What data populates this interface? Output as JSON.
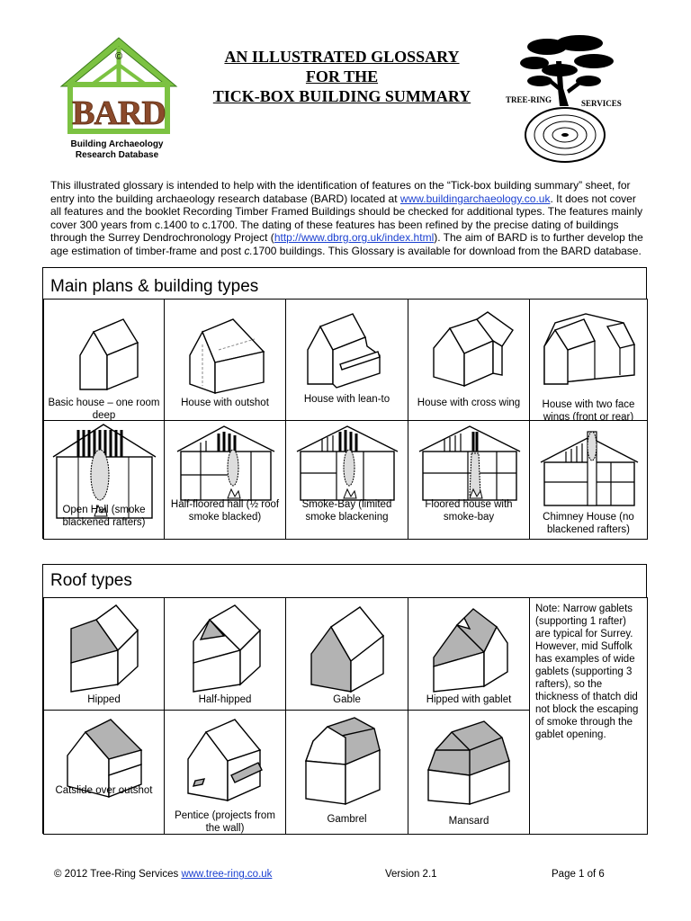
{
  "header": {
    "logo_text": "BARD",
    "logo_copyright": "©",
    "logo_caption_line1": "Building Archaeology",
    "logo_caption_line2": "Research Database",
    "title_line1": "AN ILLUSTRATED GLOSSARY",
    "title_line2": "FOR THE",
    "title_line3": "TICK-BOX BUILDING SUMMARY",
    "tree_logo_text1": "TREE-RING",
    "tree_logo_text2": "SERVICES"
  },
  "intro": {
    "part1": "This illustrated glossary is intended to help with the identification of features on the “Tick-box building summary” sheet, for entry into the building archaeology research database (BARD) located at ",
    "link1": "www.buildingarchaeology.co.uk",
    "part2": ". It does not cover all features and the booklet Recording Timber Framed Buildings should be checked for additional types. The features mainly cover 300 years from c.1400 to c.1700. The dating of these features has been refined by the precise dating of buildings through the Surrey Dendrochronology Project (",
    "link2": "http://www.dbrg.org.uk/index.html",
    "part3": "). The aim of BARD is to further develop the age estimation of timber-frame and post ",
    "italic": "c.",
    "part4": "1700 buildings. This Glossary is available for download from the BARD database."
  },
  "plans": {
    "title": "Main plans & building types",
    "row1": [
      {
        "caption": "Basic house – one room deep"
      },
      {
        "caption": "House with outshot"
      },
      {
        "caption": "House with lean-to"
      },
      {
        "caption": "House with cross wing"
      },
      {
        "caption": "House with two face wings (front or rear)"
      }
    ],
    "row2": [
      {
        "caption": "Open Hall (smoke blackened rafters)"
      },
      {
        "caption": "Half-floored hall (½ roof smoke blacked)"
      },
      {
        "caption": "Smoke-Bay (limited smoke blackening"
      },
      {
        "caption": "Floored house with smoke-bay"
      },
      {
        "caption": "Chimney House (no blackened rafters)"
      }
    ]
  },
  "roofs": {
    "title": "Roof types",
    "row1": [
      {
        "caption": "Hipped"
      },
      {
        "caption": "Half-hipped"
      },
      {
        "caption": "Gable"
      },
      {
        "caption": "Hipped with gablet"
      }
    ],
    "row2": [
      {
        "caption": "Catslide over outshot"
      },
      {
        "caption": "Pentice (projects from the wall)"
      },
      {
        "caption": "Gambrel"
      },
      {
        "caption": "Mansard"
      }
    ],
    "note": "Note: Narrow gablets (supporting 1 rafter) are typical for Surrey. However, mid Suffolk has examples of wide gablets (supporting 3 rafters), so the thickness of thatch did not block the escaping of smoke through the gablet opening."
  },
  "footer": {
    "copyright": "© 2012 Tree-Ring Services ",
    "link": "www.tree-ring.co.uk",
    "version": "Version 2.1",
    "page": "Page 1 of 6"
  },
  "colors": {
    "link": "#1a3fd0",
    "logo_green": "#7cc242",
    "logo_brown": "#8b4a2b",
    "roof_grey": "#b3b3b3"
  }
}
